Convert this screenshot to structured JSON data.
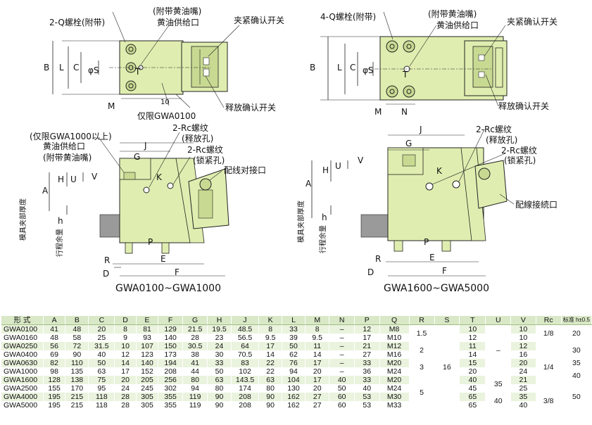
{
  "colors": {
    "body": "#dfeeb0",
    "shade": "#c8da92",
    "line": "#222222",
    "gray": "#9a9a9a",
    "table_head": "#d9e8c6",
    "table_alt": "#eaf3dd"
  },
  "top_left": {
    "bolt": "2-Q螺栓(附带)",
    "nipple_note": "(附带黄油嘴)",
    "grease": "黄油供给口",
    "clamp_sw": "夹紧确认开关",
    "release_sw": "释放确认开关",
    "only": "仅限GWA0100",
    "B": "B",
    "L": "L",
    "C": "C",
    "S": "φS",
    "T": "T",
    "M": "M",
    "ten": "10"
  },
  "top_right": {
    "bolt": "4-Q螺栓(附带)",
    "nipple_note": "(附带黄油嘴)",
    "grease": "黄油供给口",
    "clamp_sw": "夹紧确认开关",
    "release_sw": "释放确认开关",
    "B": "B",
    "L": "L",
    "C": "C",
    "S": "φS",
    "T": "T",
    "M": "M",
    "N": "N"
  },
  "side_left": {
    "above": "(仅限GWA1000以上)",
    "grease": "黄油供给口",
    "nipple": "(附带黄油嘴)",
    "rc1": "2-Rc螺纹",
    "rc1b": "(释放孔)",
    "rc2": "2-Rc螺纹",
    "rc2b": "(锁紧孔)",
    "wiring": "配线对接口",
    "J": "J",
    "G": "G",
    "K": "K",
    "H": "H",
    "U": "U",
    "V": "V",
    "A": "A",
    "h": "h",
    "thick": "模具夹部厚度",
    "stroke": "行程余量",
    "P": "P",
    "R": "R",
    "E": "E",
    "D": "D",
    "F": "F",
    "caption": "GWA0100~GWA1000"
  },
  "side_right": {
    "rc1": "2-Rc螺纹",
    "rc1b": "(释放孔)",
    "rc2": "2-Rc螺纹",
    "rc2b": "(锁紧孔)",
    "wiring": "配線接続口",
    "J": "J",
    "G": "G",
    "K": "K",
    "H": "H",
    "U": "U",
    "V": "V",
    "A": "A",
    "h": "h",
    "thick": "模具夹部厚度",
    "stroke": "行程余量",
    "P": "P",
    "R": "R",
    "E": "E",
    "D": "D",
    "F": "F",
    "caption": "GWA1600~GWA5000"
  },
  "table": {
    "headers": [
      "形 式",
      "A",
      "B",
      "C",
      "D",
      "E",
      "F",
      "G",
      "H",
      "J",
      "K",
      "L",
      "M",
      "N",
      "P",
      "Q",
      "R",
      "S",
      "T",
      "U",
      "V",
      "Rc",
      "标准 h±0.5"
    ],
    "rows": [
      [
        "GWA0100",
        "41",
        "48",
        "20",
        "8",
        "81",
        "129",
        "21.5",
        "19.5",
        "48.5",
        "8",
        "33",
        "8",
        "–",
        "12",
        "M8"
      ],
      [
        "GWA0160",
        "48",
        "58",
        "25",
        "9",
        "93",
        "140",
        "28",
        "23",
        "56.5",
        "9.5",
        "39",
        "9.5",
        "–",
        "17",
        "M10"
      ],
      [
        "GWA0250",
        "56",
        "72",
        "31.5",
        "10",
        "107",
        "150",
        "30.5",
        "24",
        "64",
        "17",
        "50",
        "11",
        "–",
        "21",
        "M12"
      ],
      [
        "GWA0400",
        "69",
        "90",
        "40",
        "12",
        "123",
        "173",
        "38",
        "30",
        "70.5",
        "14",
        "62",
        "14",
        "–",
        "27",
        "M16"
      ],
      [
        "GWA0630",
        "82",
        "110",
        "50",
        "14",
        "140",
        "194",
        "41",
        "33",
        "83",
        "22",
        "76",
        "17",
        "–",
        "33",
        "M20"
      ],
      [
        "GWA1000",
        "98",
        "135",
        "63",
        "17",
        "152",
        "208",
        "44",
        "50",
        "102",
        "22",
        "94",
        "20",
        "–",
        "36",
        "M24"
      ],
      [
        "GWA1600",
        "128",
        "138",
        "75",
        "20",
        "205",
        "256",
        "80",
        "63",
        "143.5",
        "63",
        "104",
        "17",
        "40",
        "33",
        "M20"
      ],
      [
        "GWA2500",
        "155",
        "170",
        "95",
        "24",
        "245",
        "302",
        "94",
        "80",
        "174",
        "80",
        "130",
        "20",
        "50",
        "40",
        "M24"
      ],
      [
        "GWA4000",
        "195",
        "215",
        "118",
        "28",
        "305",
        "355",
        "119",
        "90",
        "208",
        "90",
        "162",
        "27",
        "60",
        "53",
        "M30"
      ],
      [
        "GWA5000",
        "195",
        "215",
        "118",
        "28",
        "305",
        "355",
        "119",
        "90",
        "208",
        "90",
        "162",
        "27",
        "60",
        "53",
        "M33"
      ]
    ],
    "R": [
      "1.5",
      "2",
      "3",
      "5"
    ],
    "S": "16",
    "T": [
      "10",
      "12",
      "11",
      "14",
      "15",
      "20",
      "40",
      "45",
      "65",
      "65"
    ],
    "U": [
      "–",
      "35",
      "40"
    ],
    "V": [
      "10",
      "10",
      "12",
      "16",
      "20",
      "24",
      "21",
      "25",
      "35",
      "40"
    ],
    "Rc": [
      "1/8",
      "1/4",
      "3/8"
    ],
    "h": [
      "20",
      "30",
      "35",
      "40",
      "50"
    ]
  }
}
